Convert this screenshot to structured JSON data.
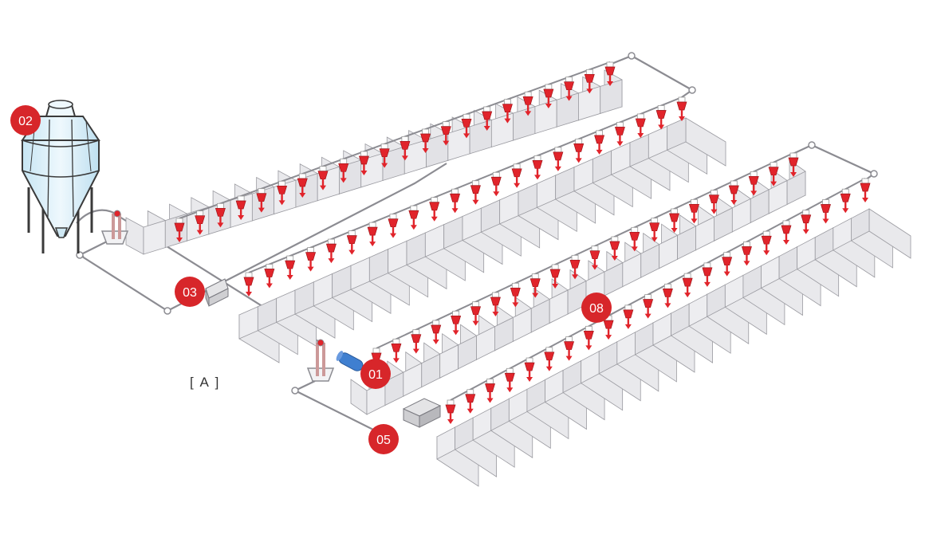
{
  "diagram": {
    "caption": "[ A ]",
    "callouts": [
      {
        "id": "01",
        "label": "01"
      },
      {
        "id": "02",
        "label": "02"
      },
      {
        "id": "03",
        "label": "03"
      },
      {
        "id": "05",
        "label": "05"
      },
      {
        "id": "08",
        "label": "08"
      }
    ],
    "colors": {
      "callout": "#d7262a",
      "feeder": "#e1242b",
      "pen_face": "#e9e9ec",
      "pen_top": "#f6f6f8",
      "pen_stroke": "#9a9aa0",
      "pipe": "#8c8c92",
      "silo_fill": "#dff1fa",
      "silo_stroke": "#3a3a3a",
      "motor": "#3f7fd0",
      "control_box": "#cfcfd2"
    }
  }
}
